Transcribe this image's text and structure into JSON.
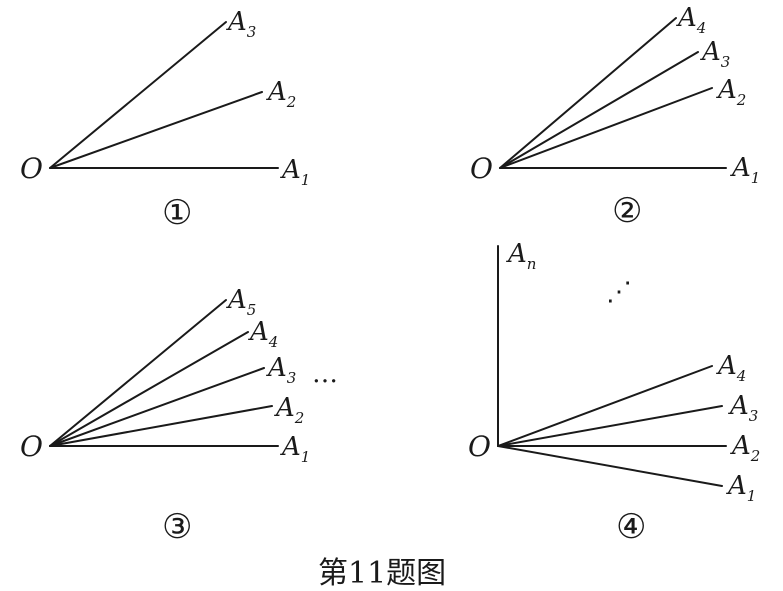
{
  "caption": "第11题图",
  "origin_label": "O",
  "panels": [
    {
      "number": "①",
      "rays": [
        {
          "letter": "A",
          "sub": "1"
        },
        {
          "letter": "A",
          "sub": "2"
        },
        {
          "letter": "A",
          "sub": "3"
        }
      ]
    },
    {
      "number": "②",
      "rays": [
        {
          "letter": "A",
          "sub": "1"
        },
        {
          "letter": "A",
          "sub": "2"
        },
        {
          "letter": "A",
          "sub": "3"
        },
        {
          "letter": "A",
          "sub": "4"
        }
      ]
    },
    {
      "number": "③",
      "trailing_dots": "…",
      "rays": [
        {
          "letter": "A",
          "sub": "1"
        },
        {
          "letter": "A",
          "sub": "2"
        },
        {
          "letter": "A",
          "sub": "3"
        },
        {
          "letter": "A",
          "sub": "4"
        },
        {
          "letter": "A",
          "sub": "5"
        }
      ]
    },
    {
      "number": "④",
      "vertical_dots": "⋰",
      "rays": [
        {
          "letter": "A",
          "sub": "1"
        },
        {
          "letter": "A",
          "sub": "2"
        },
        {
          "letter": "A",
          "sub": "3"
        },
        {
          "letter": "A",
          "sub": "4"
        },
        {
          "letter": "A",
          "sub": "n"
        }
      ]
    }
  ]
}
